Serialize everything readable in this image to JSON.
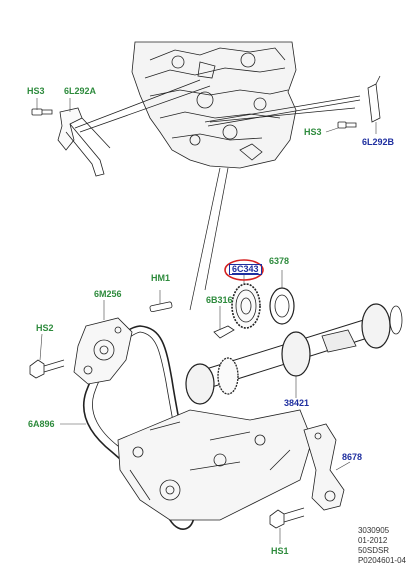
{
  "callouts": {
    "hs3_left": "HS3",
    "l6l292a": "6L292A",
    "hs3_right": "HS3",
    "l6l292b": "6L292B",
    "l6c343": "6C343",
    "l6378": "6378",
    "hm1": "HM1",
    "l6m256": "6M256",
    "l6b316": "6B316",
    "hs2": "HS2",
    "l38421": "38421",
    "l6a896": "6A896",
    "l8678": "8678",
    "hs1": "HS1"
  },
  "footer": {
    "code": "3030905",
    "date": "01-2012",
    "model": "50SDSR",
    "ref": "P0204601-04"
  },
  "colors": {
    "green_label": "#2e8b3d",
    "blue_label": "#1f2f9f",
    "highlight_ring": "#d42020"
  }
}
